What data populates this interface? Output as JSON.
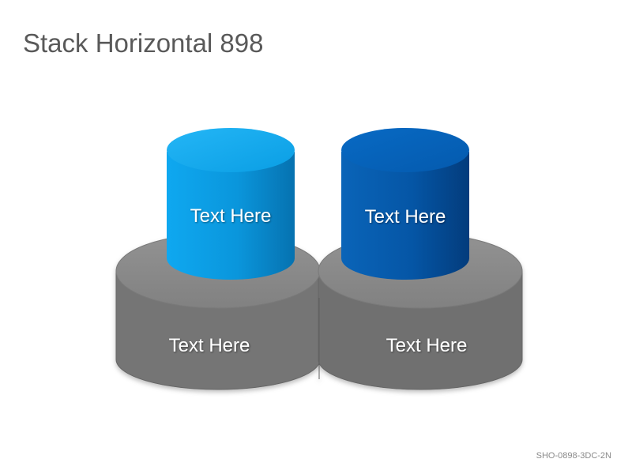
{
  "title": "Stack Horizontal 898",
  "footer_code": "SHO-0898-3DC-2N",
  "colors": {
    "base_gray": "#757575",
    "base_top": "#8c8c8c",
    "light_blue": "#0aa0e8",
    "dark_blue": "#0058a8"
  },
  "base": {
    "left_label": "Text Here",
    "right_label": "Text Here"
  },
  "cylinders": {
    "left_label": "Text Here",
    "right_label": "Text Here"
  }
}
